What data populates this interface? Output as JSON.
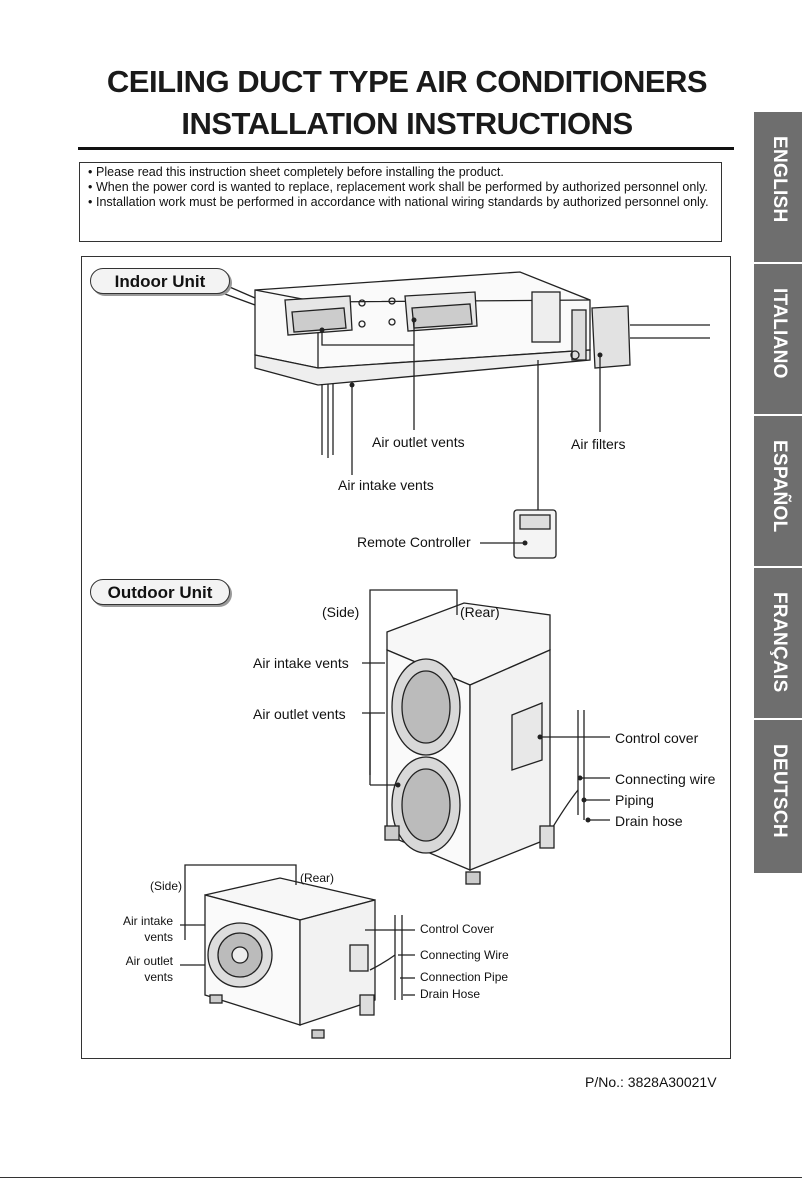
{
  "title": {
    "line1": "CEILING DUCT TYPE AIR CONDITIONERS",
    "line2": "INSTALLATION INSTRUCTIONS"
  },
  "notices": [
    "Please read this instruction sheet completely before installing the product.",
    "When the power cord is wanted to replace, replacement work shall be performed by authorized personnel only.",
    "Installation work must be performed in accordance with national wiring standards by authorized personnel only."
  ],
  "indoor": {
    "heading": "Indoor Unit",
    "air_outlet_vents": "Air outlet vents",
    "air_filters": "Air filters",
    "air_intake_vents": "Air intake vents",
    "remote_controller": "Remote Controller"
  },
  "outdoor": {
    "heading": "Outdoor Unit",
    "side": "(Side)",
    "rear": "(Rear)",
    "air_intake_vents": "Air intake vents",
    "air_outlet_vents": "Air outlet vents",
    "control_cover": "Control cover",
    "connecting_wire": "Connecting wire",
    "piping": "Piping",
    "drain_hose": "Drain hose"
  },
  "outdoor_small": {
    "side": "(Side)",
    "rear": "(Rear)",
    "air_intake_vents_1": "Air intake",
    "air_intake_vents_2": "vents",
    "air_outlet_vents_1": "Air outlet",
    "air_outlet_vents_2": "vents",
    "control_cover": "Control Cover",
    "connecting_wire": "Connecting Wire",
    "connection_pipe": "Connection Pipe",
    "drain_hose": "Drain Hose"
  },
  "language_tabs": [
    "ENGLISH",
    "ITALIANO",
    "ESPAÑOL",
    "FRANÇAIS",
    "DEUTSCH"
  ],
  "part_number": "P/No.: 3828A30021V",
  "colors": {
    "tab_background": "#6e6e6e",
    "tab_text": "#ffffff",
    "text": "#111111"
  }
}
